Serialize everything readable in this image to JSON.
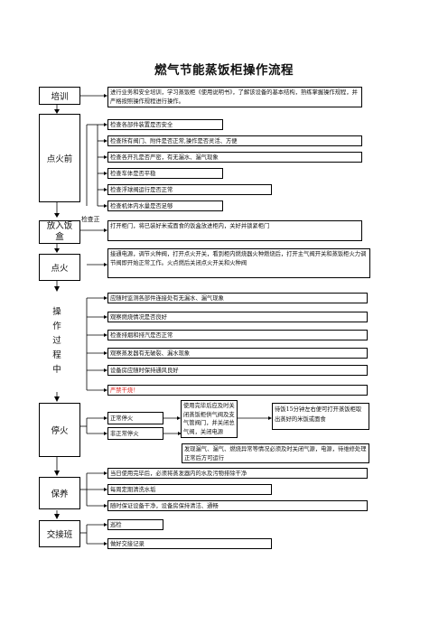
{
  "title": "燃气节能蒸饭柜操作流程",
  "stages": {
    "training": "培训",
    "ignition_before": "点火前",
    "loading": "放入饭盒",
    "ignition": "点火",
    "operation": [
      "操",
      "作",
      "过",
      "程",
      "中"
    ],
    "shutdown": "停火",
    "maintenance": "保养",
    "handover": "交接班"
  },
  "check_label": "检查正",
  "training_steps": [
    "进行业务和安全培训，学习蒸饭柜《使用说明书》，了解该设备的基本结构，熟练掌握操作规程，并严格按照操作规程进行操作。"
  ],
  "pre_ignition_checks": [
    "检查各部件装置是否安全",
    "检查所有阀门、附件是否正常,操作是否灵活、方便",
    "检查各开孔是否严密，有无漏水、漏气现象",
    "检查车体是否平稳",
    "检查浮球阀运行是否正常",
    "检查机体内水量是否足够"
  ],
  "loading_step": "打开柜门，将已装好米或面食的饭盒放进柜内，关好并锁紧柜门",
  "ignition_step": "接通电源，调节火种阀，打开点火开关，看到柜内燃烧器火种燃烧后，打开主气阀开关和蒸饭柜火力调节阀即开始正常工作。火点燃后关闭点火开关和火种阀",
  "operation_steps": [
    "应随时监测各部件连接处有无漏水、漏气现象",
    "观察燃烧情况是否良好",
    "检查排烟和排汽是否正常",
    "观察蒸发器有无破裂、漏水现象",
    "设备房应随时保持通风良好",
    "严禁干烧！"
  ],
  "shutdown": {
    "normal_label": "正常停火",
    "normal_step": "使用完毕后应及时关闭蒸饭柜供气阀及支气管阀门，并关闭总气阀，关闭电源",
    "after_step": "待饭15分钟左右便可打开蒸饭柜取出蒸好的米饭或面食",
    "abnormal_label": "非正常停火",
    "abnormal_step": "发现漏气、漏气、燃烧异常等情况必须及时关闭气源，电源，待维修处理正常后方可运行"
  },
  "maintenance_steps": [
    "当日使用完毕后，必须将蒸发器内的水及污物排除干净",
    "每周定期清洗水垢",
    "随时保证设备干净，设备房保持清洁、通畅"
  ],
  "handover_steps": [
    "巡检",
    "做好交接记录"
  ]
}
